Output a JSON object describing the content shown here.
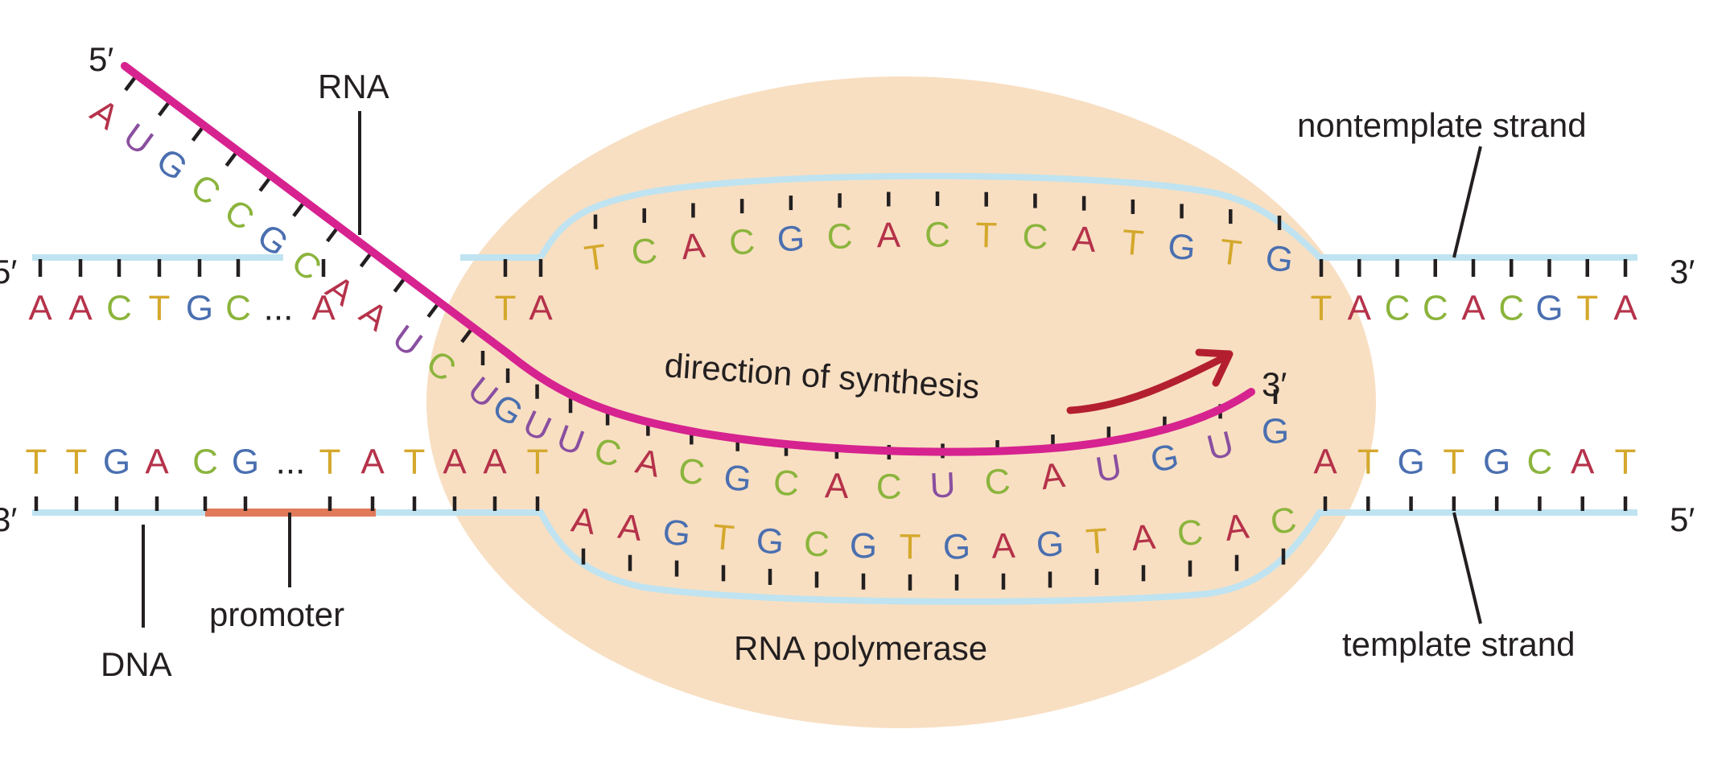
{
  "colors": {
    "A": "#b5324a",
    "C": "#8bb43c",
    "G": "#4a6fb0",
    "T": "#d4a82c",
    "U": "#8a4fa0",
    "dna_strand": "#bfe3f0",
    "rna_strand": "#d6238f",
    "polymerase": "#f8dfc2",
    "promoter": "#e07a5a",
    "arrow": "#b31f2e",
    "text": "#231f20"
  },
  "labels": {
    "rna_5prime": "5′",
    "rna": "RNA",
    "nontemplate_strand": "nontemplate strand",
    "top_left_5prime": "5′",
    "top_right_3prime": "3′",
    "direction": "direction of synthesis",
    "rna_3prime": "3′",
    "bottom_left_3prime": "3′",
    "bottom_right_5prime": "5′",
    "promoter": "promoter",
    "dna": "DNA",
    "rna_polymerase": "RNA polymerase",
    "template_strand": "template strand"
  },
  "sequences": {
    "top_left": [
      "A",
      "A",
      "C",
      "T",
      "G",
      "C",
      "...",
      "A"
    ],
    "top_mid": [
      "T",
      "A"
    ],
    "top_bubble": [
      "T",
      "C",
      "A",
      "C",
      "G",
      "C",
      "A",
      "C",
      "T",
      "C",
      "A",
      "T",
      "G",
      "T",
      "G"
    ],
    "top_right": [
      "T",
      "A",
      "C",
      "C",
      "A",
      "C",
      "G",
      "T",
      "A"
    ],
    "bottom_left": [
      "T",
      "T",
      "G",
      "A",
      "C",
      "G",
      "...",
      "T",
      "A",
      "T",
      "A",
      "A",
      "T"
    ],
    "bottom_bubble": [
      "A",
      "A",
      "G",
      "T",
      "G",
      "C",
      "G",
      "T",
      "G",
      "A",
      "G",
      "T",
      "A",
      "C",
      "A",
      "C"
    ],
    "bottom_right": [
      "A",
      "T",
      "G",
      "T",
      "G",
      "C",
      "A",
      "T"
    ],
    "rna": [
      "A",
      "U",
      "G",
      "C",
      "C",
      "G",
      "C",
      "A",
      "A",
      "U",
      "C",
      "U",
      "G",
      "U",
      "U",
      "C",
      "A",
      "C",
      "G",
      "C",
      "A",
      "C",
      "U",
      "C",
      "A",
      "U",
      "G",
      "U",
      "G"
    ]
  }
}
